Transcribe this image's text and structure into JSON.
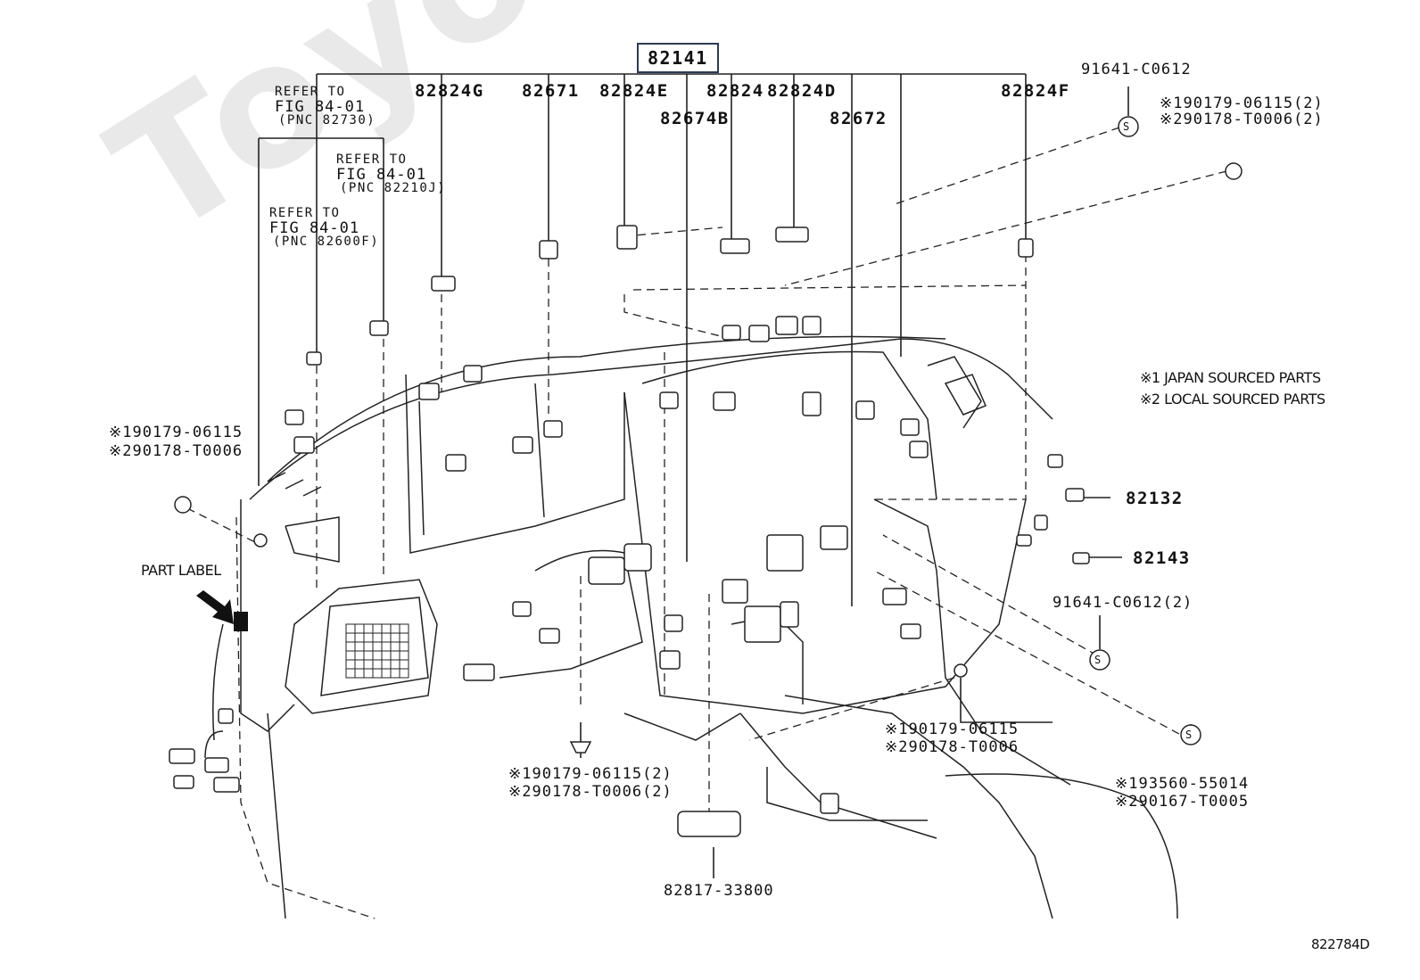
{
  "watermark": "ToyotaOnline.ru",
  "diagram_code": "822784D",
  "main_part": "82141",
  "parts": {
    "p82824G": "82824G",
    "p82671": "82671",
    "p82824E": "82824E",
    "p82824": "82824",
    "p82824D": "82824D",
    "p82824F": "82824F",
    "p82674B": "82674B",
    "p82672": "82672",
    "p82132": "82132",
    "p82143": "82143",
    "p82817": "82817-33800"
  },
  "refers": [
    {
      "line1": "REFER TO",
      "line2": "FIG 84-01",
      "line3": "(PNC 82730)"
    },
    {
      "line1": "REFER TO",
      "line2": "FIG 84-01",
      "line3": "(PNC 82210J)"
    },
    {
      "line1": "REFER TO",
      "line2": "FIG 84-01",
      "line3": "(PNC 82600F)"
    }
  ],
  "fasteners": {
    "top_right_screw": "91641-C0612",
    "top_right_clip_1": "※190179-06115(2)",
    "top_right_clip_2": "※290178-T0006(2)",
    "left_clip_1": "※190179-06115",
    "left_clip_2": "※290178-T0006",
    "mid_screw": "91641-C0612(2)",
    "center_clip_1": "※190179-06115",
    "center_clip_2": "※290178-T0006",
    "bottom_clip_1": "※190179-06115(2)",
    "bottom_clip_2": "※290178-T0006(2)",
    "bottom_right_1": "※193560-55014",
    "bottom_right_2": "※290167-T0005"
  },
  "legend": {
    "line1": "※1 JAPAN SOURCED PARTS",
    "line2": "※2 LOCAL SOURCED PARTS"
  },
  "part_label": "PART LABEL",
  "screw_symbol": "S"
}
